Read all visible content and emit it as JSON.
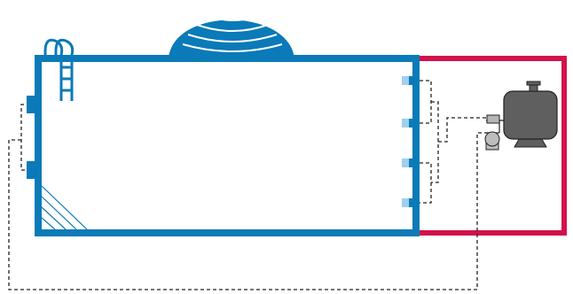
{
  "diagram": {
    "colors": {
      "pool_blue": "#0a7ab8",
      "nozzle_light": "#9fd0ee",
      "plant_room_red": "#d3114a",
      "pipe_black": "#222222",
      "filter_dark": "#5f5f5f",
      "pump_light": "#bdbdbd",
      "valve_gray": "#b5b5b5"
    },
    "components": {
      "pool_basin": "pool",
      "dome_cover": "spa-dome",
      "ladder": "ladder",
      "skimmers": 2,
      "return_nozzles": 4,
      "steps": "corner-steps",
      "plant_room": "technical-room",
      "sand_filter": "filter",
      "pump": "pump",
      "valve": "multiport-valve"
    },
    "pipes": {
      "style": "dashed",
      "connections": [
        "skimmers-to-pump",
        "return-nozzles-to-filter",
        "pump-to-filter"
      ]
    }
  }
}
